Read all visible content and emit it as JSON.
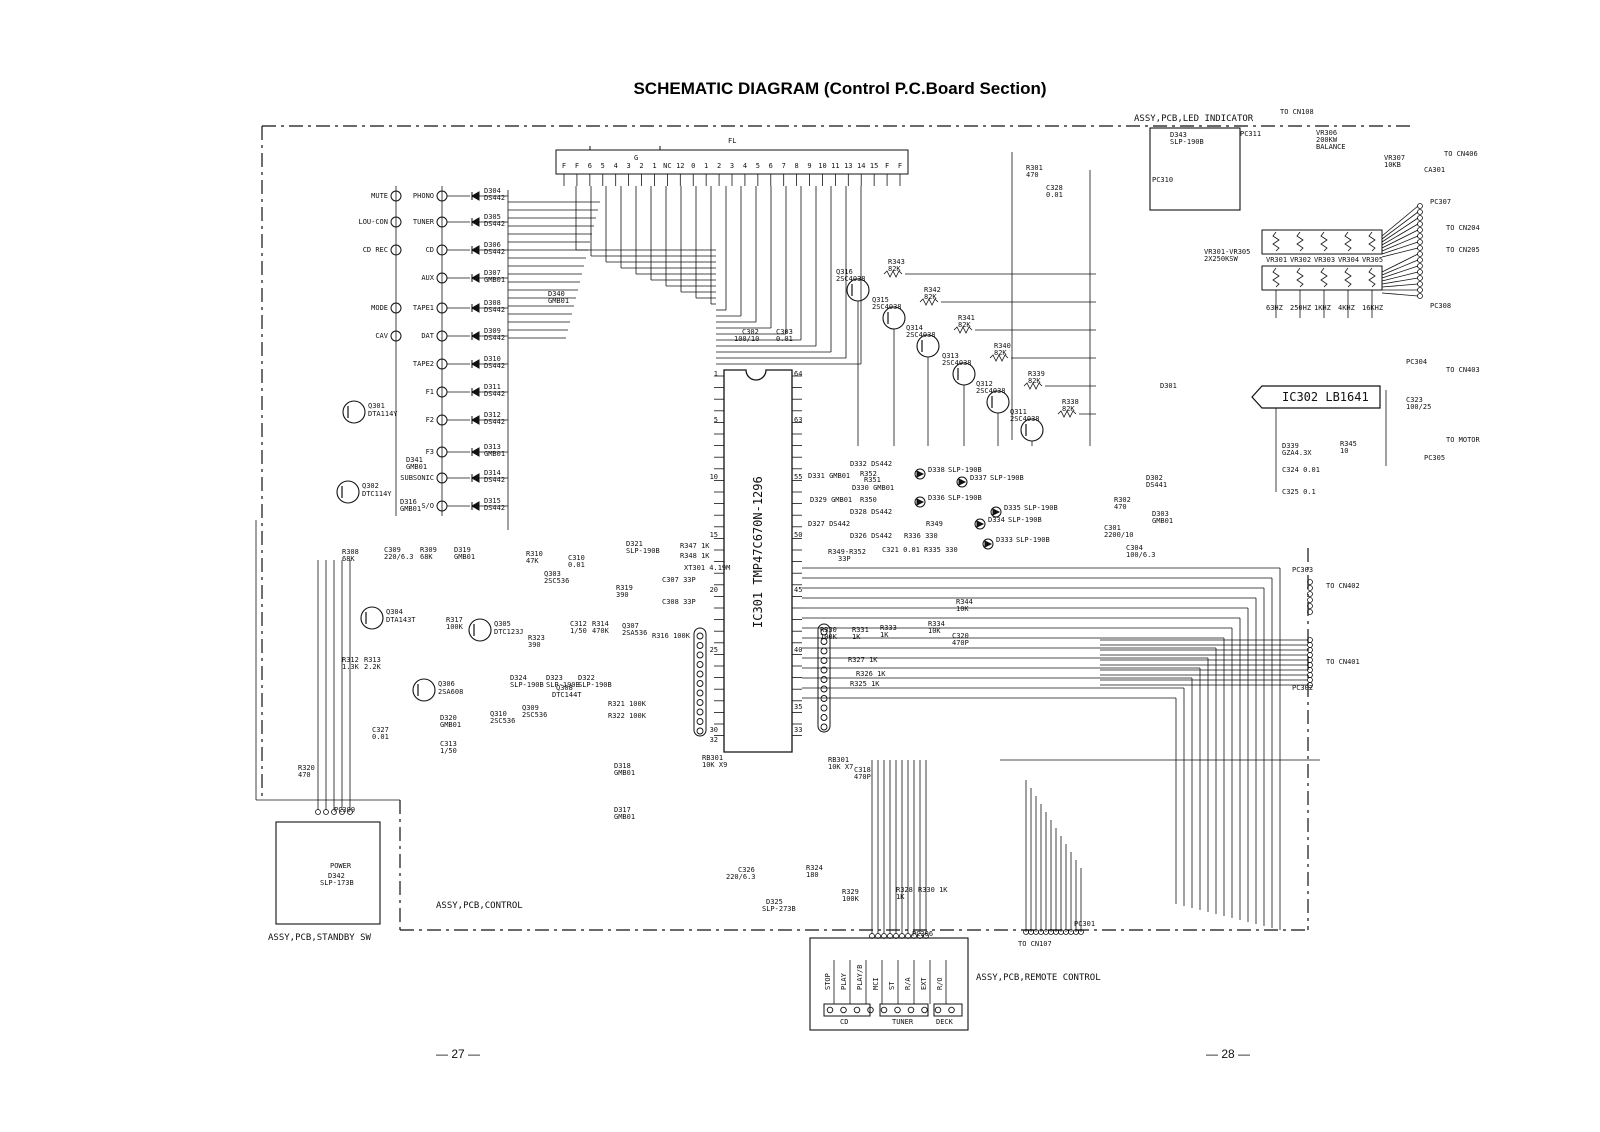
{
  "title": "SCHEMATIC DIAGRAM (Control P.C.Board Section)",
  "sections": {
    "control": "ASSY,PCB,CONTROL",
    "standby": "ASSY,PCB,STANDBY SW",
    "led_indicator": "ASSY,PCB,LED INDICATOR",
    "remote": "ASSY,PCB,REMOTE CONTROL"
  },
  "ic301": "IC301 TMP47C670N-1296",
  "ic302": "IC302 LB1641",
  "fl": {
    "label": "FL",
    "g_label": "G",
    "pins": [
      "F",
      "F",
      "6",
      "5",
      "4",
      "3",
      "2",
      "1",
      "NC",
      "12",
      "0",
      "1",
      "2",
      "3",
      "4",
      "5",
      "6",
      "7",
      "8",
      "9",
      "10",
      "11",
      "13",
      "14",
      "15",
      "F",
      "F"
    ]
  },
  "switches": [
    {
      "left": "MUTE",
      "right": "PHONO"
    },
    {
      "left": "LOU-CON",
      "right": "TUNER"
    },
    {
      "left": "CD REC",
      "right": "CD"
    },
    {
      "left": "",
      "right": "AUX"
    },
    {
      "left": "MODE",
      "right": "TAPE1"
    },
    {
      "left": "CAV",
      "right": "DAT"
    },
    {
      "left": "",
      "right": "TAPE2"
    },
    {
      "left": "",
      "right": "F1"
    },
    {
      "left": "",
      "right": "F2"
    },
    {
      "left": "",
      "right": "F3"
    },
    {
      "left": "",
      "right": "SUBSONIC"
    },
    {
      "left": "",
      "right": "S/O"
    }
  ],
  "diodes": [
    {
      "ref": "D304",
      "part": "DS442"
    },
    {
      "ref": "D305",
      "part": "DS442"
    },
    {
      "ref": "D306",
      "part": "DS442"
    },
    {
      "ref": "D307",
      "part": "GMB01"
    },
    {
      "ref": "D308",
      "part": "DS442"
    },
    {
      "ref": "D309",
      "part": "DS442"
    },
    {
      "ref": "D310",
      "part": "DS442"
    },
    {
      "ref": "D311",
      "part": "DS442"
    },
    {
      "ref": "D312",
      "part": "DS442"
    },
    {
      "ref": "D313",
      "part": "GMB01"
    },
    {
      "ref": "D314",
      "part": "DS442"
    },
    {
      "ref": "D315",
      "part": "DS442"
    }
  ],
  "transistors_left": [
    {
      "ref": "Q301",
      "part": "DTA114Y"
    },
    {
      "ref": "Q302",
      "part": "DTC114Y"
    },
    {
      "ref": "Q304",
      "part": "DTA143T"
    },
    {
      "ref": "Q305",
      "part": "DTC123J"
    },
    {
      "ref": "Q306",
      "part": "2SA608"
    }
  ],
  "transistors_drv": [
    {
      "ref": "Q316",
      "part": "2SC4038",
      "r": "R343",
      "rv": "82K"
    },
    {
      "ref": "Q315",
      "part": "2SC4038",
      "r": "R342",
      "rv": "82K"
    },
    {
      "ref": "Q314",
      "part": "2SC4038",
      "r": "R341",
      "rv": "82K"
    },
    {
      "ref": "Q313",
      "part": "2SC4038",
      "r": "R340",
      "rv": "82K"
    },
    {
      "ref": "Q312",
      "part": "2SC4038",
      "r": "R339",
      "rv": "82K"
    },
    {
      "ref": "Q311",
      "part": "2SC4038",
      "r": "R338",
      "rv": "82K"
    }
  ],
  "leds": [
    {
      "ref": "D338",
      "part": "SLP-190B"
    },
    {
      "ref": "D337",
      "part": "SLP-190B"
    },
    {
      "ref": "D336",
      "part": "SLP-190B"
    },
    {
      "ref": "D335",
      "part": "SLP-190B"
    },
    {
      "ref": "D334",
      "part": "SLP-190B"
    },
    {
      "ref": "D333",
      "part": "SLP-190B"
    }
  ],
  "misc_labels": {
    "r301": "R301",
    "r301v": "470",
    "c328": "C328",
    "c328v": "0.01",
    "d343": "D343",
    "d343v": "SLP-190B",
    "pc311": "PC311",
    "pc310": "PC310",
    "vr306": "VR306",
    "vr306v": "200KW",
    "balance": "BALANCE",
    "vr307": "VR307",
    "vr307v": "10KB",
    "to_cn108": "TO CN108",
    "to_cn406": "TO CN406",
    "ca301": "CA301",
    "pc307": "PC307",
    "to_cn204": "TO CN204",
    "to_cn205": "TO CN205",
    "pc308": "PC308",
    "vr_range": "VR301-VR305",
    "vr_part": "2X250KSW",
    "vr_names": [
      "VR301",
      "VR302",
      "VR303",
      "VR304",
      "VR305"
    ],
    "eq_freqs": [
      "63HZ",
      "250HZ",
      "1KHZ",
      "4KHZ",
      "16KHZ"
    ],
    "pc304": "PC304",
    "to_cn403": "TO CN403",
    "pc305": "PC305",
    "to_motor": "TO MOTOR",
    "c323": "C323",
    "c323v": "100/25",
    "c324": "C324 0.01",
    "c325": "C325 0.1",
    "d339": "D339",
    "d339v": "GZA4.3X",
    "r345": "R345",
    "r345v": "10",
    "d301": "D301",
    "d302": "D302",
    "d302v": "DS441",
    "d303": "D303",
    "d303v": "GMB01",
    "r302": "R302",
    "r302v": "470",
    "c301": "C301",
    "c301v": "2200/10",
    "c304": "C304",
    "c304v": "100/6.3",
    "pc303": "PC303",
    "to_cn402": "TO CN402",
    "to_cn401": "TO CN401",
    "pc302": "PC302",
    "pc301": "PC301",
    "to_cn107": "TO CN107",
    "pc306": "PC306",
    "pc309": "PC309",
    "c302": "C302",
    "c302v": "100/10",
    "c303": "C303",
    "c303v": "0.01",
    "r347": "R347 1K",
    "r348": "R348 1K",
    "xt301": "XT301 4.19M",
    "c307": "C307 33P",
    "c308": "C308 33P",
    "r349_352": "R349-R352",
    "r349_352v": "33P",
    "c321": "C321 0.01",
    "r335": "R335 330",
    "r336": "R336 330",
    "r349": "R349",
    "r350": "R350",
    "r351": "R351",
    "r352": "R352",
    "d326": "D326 DS442",
    "d327": "D327 DS442",
    "d328": "D328 DS442",
    "d329": "D329 GMB01",
    "d330": "D330 GMB01",
    "d331": "D331 GMB01",
    "d332": "D332 DS442",
    "r330": "R330",
    "r330v": "100K",
    "r331": "R331",
    "r331v": "1K",
    "r333": "R333",
    "r333v": "1K",
    "r334": "R334",
    "r334v": "10K",
    "r344": "R344",
    "r344v": "10K",
    "c320": "C320",
    "c320v": "470P",
    "r327": "R327 1K",
    "r326": "R326 1K",
    "r325": "R325 1K",
    "rb301": "RB301",
    "rb301v": "10K X7",
    "c318": "C318",
    "c318v": "470P",
    "r316": "R316 100K",
    "r321": "R321 100K",
    "r322": "R322 100K",
    "rb301b": "RB301",
    "rb301bv": "10K X9",
    "r323": "R323",
    "r323v": "390",
    "r314": "R314",
    "r314v": "470K",
    "c312": "C312",
    "c312v": "1/50",
    "q307": "Q307",
    "q307v": "2SA536",
    "q308": "Q308",
    "q308v": "DTC144T",
    "q309": "Q309",
    "q309v": "2SC536",
    "q310": "Q310",
    "q310v": "2SC536",
    "d322": "D322",
    "d322v": "SLP-190B",
    "d323": "D323",
    "d323v": "SLP-190B",
    "d324": "D324",
    "d324v": "SLP-190B",
    "d318": "D318",
    "d318v": "GMB01",
    "d317": "D317",
    "d317v": "GMB01",
    "d320": "D320",
    "d320v": "GMB01",
    "c313": "C313",
    "c313v": "1/50",
    "c327": "C327",
    "c327v": "0.01",
    "r308": "R308",
    "r308v": "68K",
    "c309": "C309",
    "c309v": "220/6.3",
    "r309": "R309",
    "r309v": "68K",
    "d319": "D319",
    "d319v": "GMB01",
    "r310": "R310",
    "r310v": "47K",
    "c310": "C310",
    "c310v": "0.01",
    "q303": "Q303",
    "q303v": "2SC536",
    "r317": "R317",
    "r317v": "100K",
    "r312": "R312",
    "r312v": "1.3K",
    "r313": "R313",
    "r313v": "2.2K",
    "r319": "R319",
    "r319v": "390",
    "d321": "D321",
    "d321v": "SLP-190B",
    "d340": "D340",
    "d340v": "GMB01",
    "d341": "D341",
    "d341v": "GMB01",
    "d316": "D316",
    "d316v": "GMB01",
    "r320": "R320",
    "r320v": "470",
    "c326": "C326",
    "c326v": "220/6.3",
    "r324": "R324",
    "r324v": "180",
    "d325": "D325",
    "d325v": "SLP-273B",
    "r329": "R329",
    "r329v": "100K",
    "r328": "R328",
    "r328v": "1K",
    "r3xx": "R330 1K",
    "power": "POWER",
    "d342": "D342",
    "d342v": "SLP-173B",
    "remote_btns": [
      "STOP",
      "PLAY",
      "PLAY/B",
      "MCI",
      "ST",
      "R/A",
      "EXT",
      "R/O"
    ],
    "remote_groups": [
      "CD",
      "TUNER",
      "DECK"
    ]
  },
  "pins_ic": [
    "64",
    "1",
    "63",
    "5",
    "10",
    "55",
    "50",
    "15",
    "20",
    "45",
    "25",
    "40",
    "35",
    "30",
    "32",
    "33"
  ],
  "page_numbers": {
    "left": "— 27 —",
    "right": "— 28 —"
  }
}
